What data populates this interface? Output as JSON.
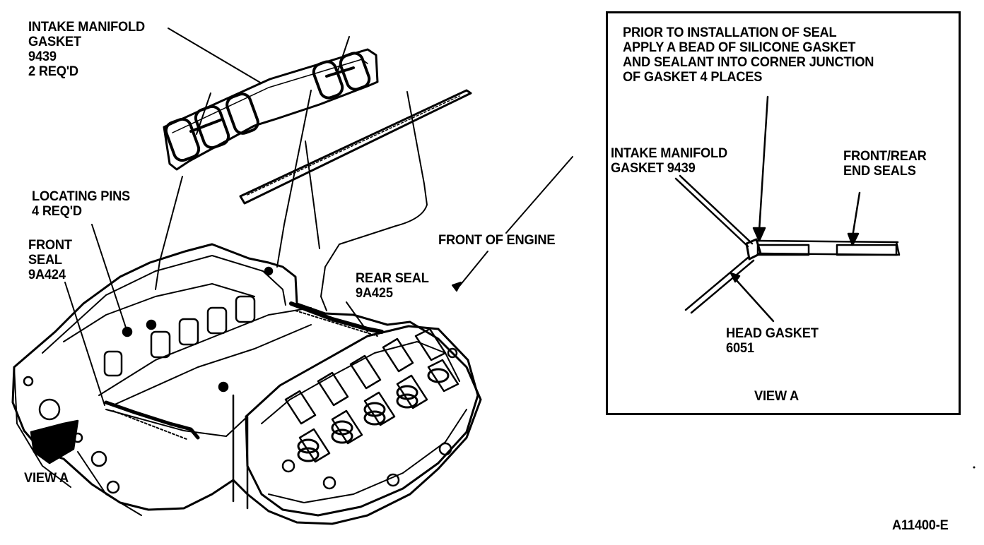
{
  "main_drawing": {
    "intake_manifold_gasket": [
      "INTAKE MANIFOLD",
      "GASKET",
      "9439",
      "2 REQ'D"
    ],
    "locating_pins": [
      "LOCATING PINS",
      "4 REQ'D"
    ],
    "front_seal": [
      "FRONT",
      "SEAL",
      "9A424"
    ],
    "rear_seal": [
      "REAR SEAL",
      "9A425"
    ],
    "front_of_engine": "FRONT OF ENGINE",
    "view_a_marker": "VIEW A"
  },
  "view_a_detail": {
    "note": [
      "PRIOR TO INSTALLATION OF SEAL",
      "APPLY A BEAD OF SILICONE GASKET",
      "AND SEALANT INTO CORNER JUNCTION",
      "OF GASKET 4 PLACES"
    ],
    "intake_manifold_gasket": [
      "INTAKE MANIFOLD",
      "GASKET 9439"
    ],
    "end_seals": [
      "FRONT/REAR",
      "END SEALS"
    ],
    "head_gasket": [
      "HEAD GASKET",
      "6051"
    ],
    "title": "VIEW A"
  },
  "figure_id": "A11400-E"
}
